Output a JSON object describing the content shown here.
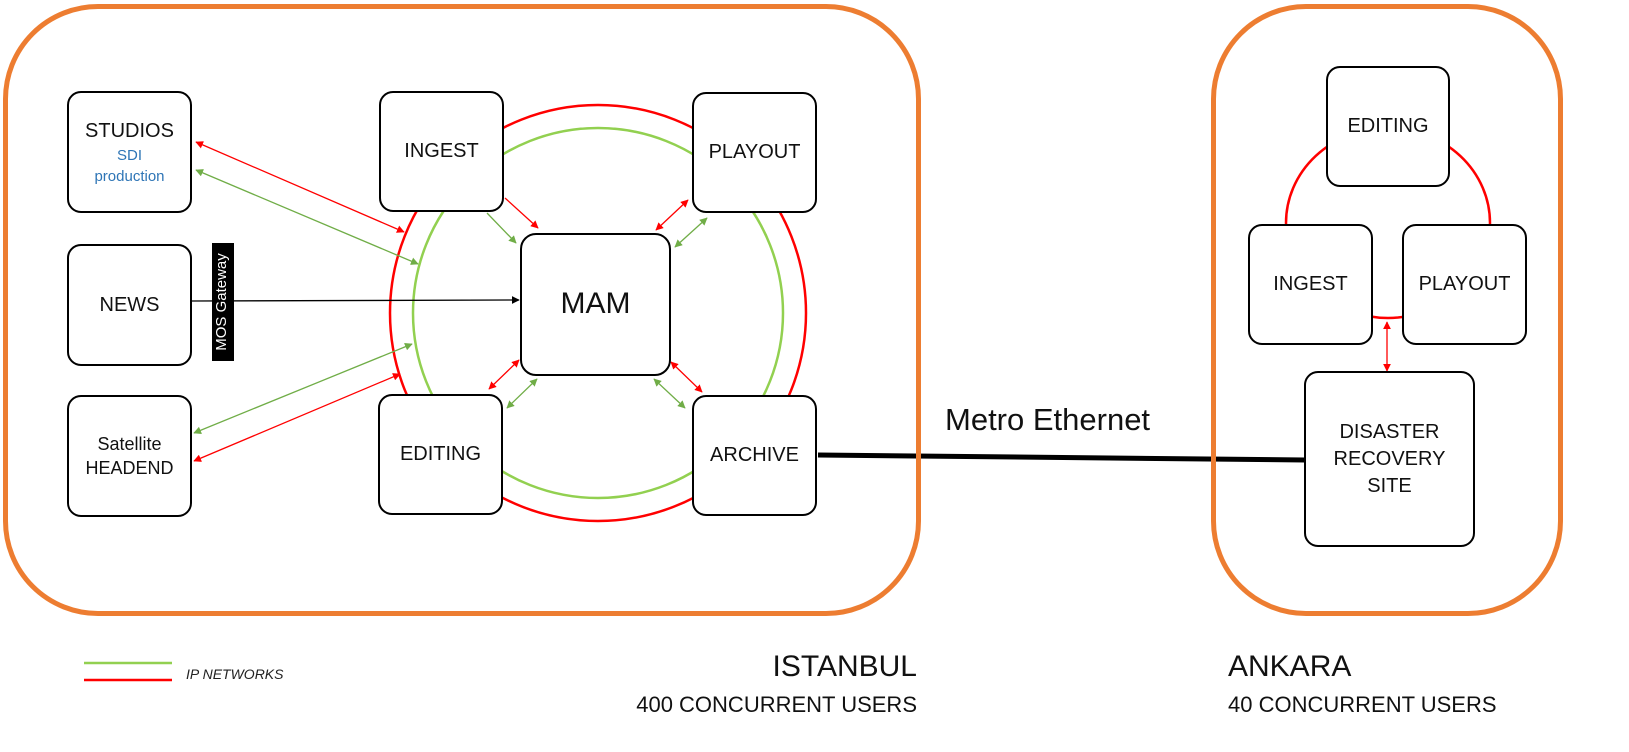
{
  "colors": {
    "region_border": "#ED7D31",
    "ip_green": "#92D050",
    "ip_red": "#FF0000",
    "node_sub_text": "#2E75B6"
  },
  "istanbul": {
    "nodes": {
      "studios": {
        "label": "STUDIOS",
        "sub1": "SDI",
        "sub2": "production"
      },
      "news": {
        "label": "NEWS"
      },
      "satellite": {
        "line1": "Satellite",
        "line2": "HEADEND"
      },
      "ingest": {
        "label": "INGEST"
      },
      "playout": {
        "label": "PLAYOUT"
      },
      "mam": {
        "label": "MAM"
      },
      "editing": {
        "label": "EDITING"
      },
      "archive": {
        "label": "ARCHIVE"
      }
    },
    "gateway_label": "MOS Gateway",
    "city": "ISTANBUL",
    "users": "400 CONCURRENT USERS"
  },
  "ankara": {
    "nodes": {
      "editing": {
        "label": "EDITING"
      },
      "ingest": {
        "label": "INGEST"
      },
      "playout": {
        "label": "PLAYOUT"
      },
      "dr": {
        "line1": "DISASTER",
        "line2": "RECOVERY",
        "line3": "SITE"
      }
    },
    "city": "ANKARA",
    "users": "40 CONCURRENT USERS"
  },
  "link_label": "Metro Ethernet",
  "legend": {
    "label": "IP NETWORKS"
  }
}
